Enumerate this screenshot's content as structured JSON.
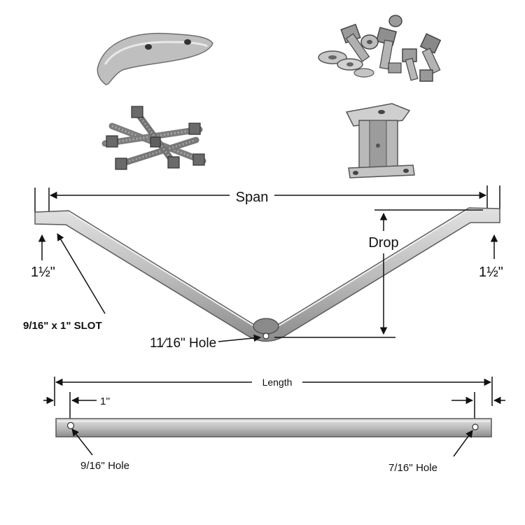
{
  "labels": {
    "span": "Span",
    "drop": "Drop",
    "end_left": "1½\"",
    "end_right": "1½\"",
    "slot": "9/16\" x 1\" SLOT",
    "hole_center": "11⁄16\" Hole",
    "length": "Length",
    "offset": "1''",
    "hole_left": "9/16'' Hole",
    "hole_right": "7/16'' Hole"
  },
  "photos": [
    {
      "name": "curved-clamp-bracket"
    },
    {
      "name": "nuts-bolts-washers-pile"
    },
    {
      "name": "threaded-rods-with-nuts"
    },
    {
      "name": "channel-post-bracket"
    }
  ],
  "colors": {
    "metal": "#c9c9c9",
    "metal_dark": "#8f8f8f",
    "ink": "#111111"
  }
}
